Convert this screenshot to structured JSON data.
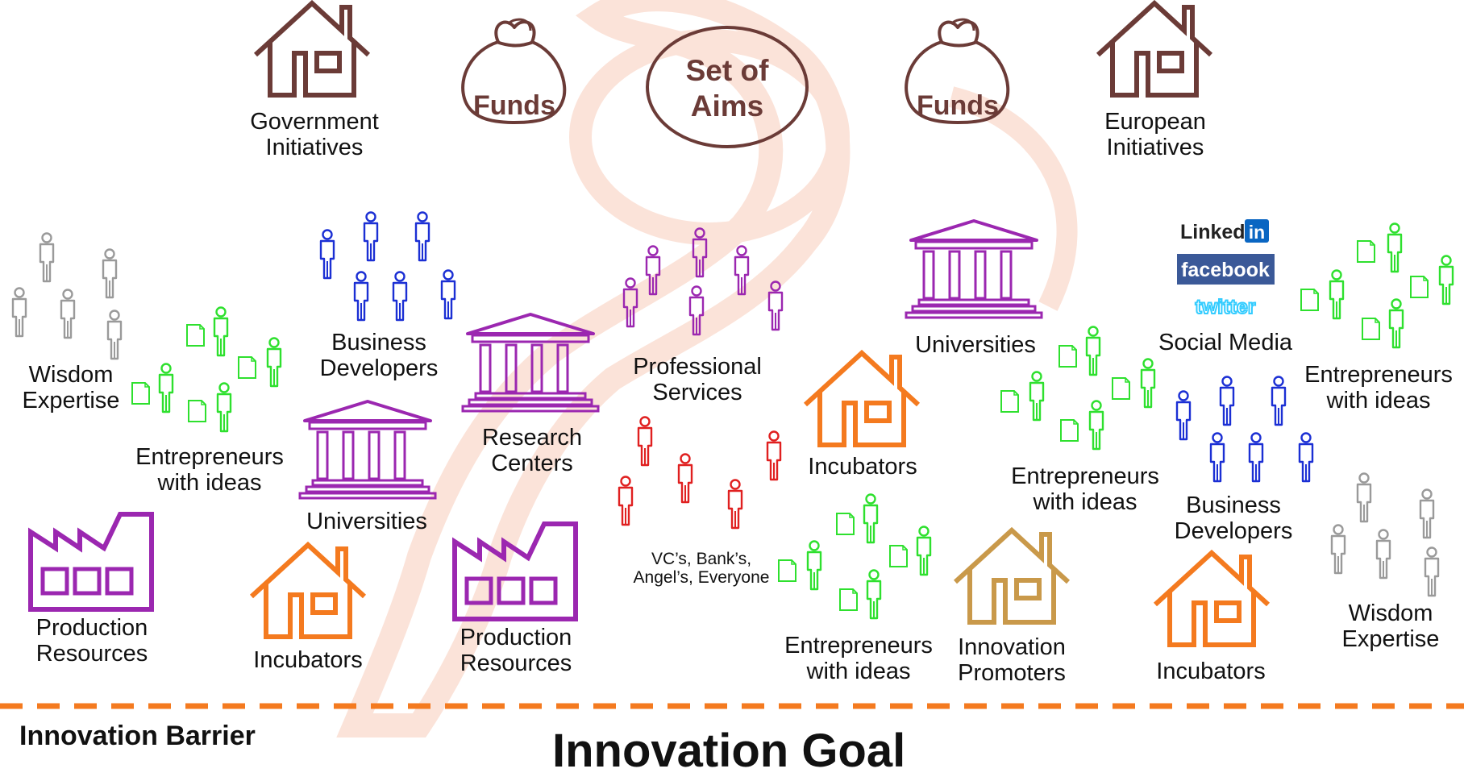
{
  "colors": {
    "brown": "#6b3b37",
    "purple": "#9b27b0",
    "blue": "#1b2fd4",
    "green": "#2ee02e",
    "gray": "#9a9a9a",
    "red": "#e02020",
    "orange": "#f47a1f",
    "gold": "#c9994a",
    "linkedin": "#0a66c2",
    "facebook": "#3b5998",
    "twitter": "#33ccff",
    "watermark": "#fbe3d9",
    "barrier_line": "#f47a1f"
  },
  "top": {
    "gov": "Government\nInitiatives",
    "funds_left": "Funds",
    "aims": "Set of\nAims",
    "funds_right": "Funds",
    "european": "European\nInitiatives"
  },
  "labels": {
    "wisdom_left": "Wisdom\nExpertise",
    "entre_1": "Entrepreneurs\nwith ideas",
    "business_dev_left": "Business\nDevelopers",
    "universities_left": "Universities",
    "research": "Research\nCenters",
    "professional": "Professional\nServices",
    "universities_right": "Universities",
    "social": "Social Media",
    "entre_right": "Entrepreneurs\nwith ideas",
    "incubators_mid": "Incubators",
    "entre_mid_right": "Entrepreneurs\nwith ideas",
    "business_dev_right": "Business\nDevelopers",
    "vc": "VC’s, Bank’s,\nAngel’s, Everyone",
    "production_left": "Production\nResources",
    "incubators_left": "Incubators",
    "production_mid": "Production\nResources",
    "entre_bottom": "Entrepreneurs\nwith ideas",
    "innovation_promoters": "Innovation\nPromoters",
    "incubators_right": "Incubators",
    "wisdom_right": "Wisdom\nExpertise"
  },
  "social_media": {
    "linkedin_word": "Linked",
    "linkedin_box": "in",
    "facebook": "facebook",
    "twitter": "twitter"
  },
  "footer": {
    "barrier": "Innovation Barrier",
    "goal": "Innovation Goal"
  }
}
